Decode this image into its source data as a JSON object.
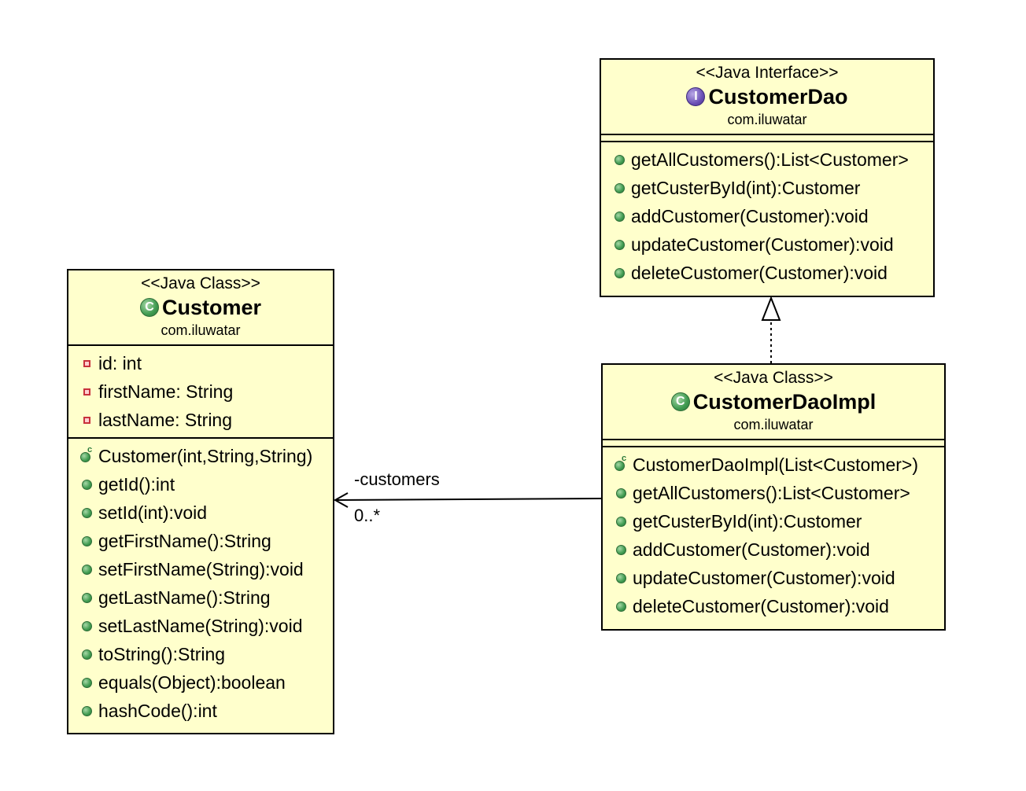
{
  "classes": {
    "customer_dao": {
      "stereotype": "<<Java Interface>>",
      "icon": "interface-icon",
      "name": "CustomerDao",
      "package": "com.iluwatar",
      "methods": [
        "getAllCustomers():List<Customer>",
        "getCusterById(int):Customer",
        "addCustomer(Customer):void",
        "updateCustomer(Customer):void",
        "deleteCustomer(Customer):void"
      ]
    },
    "customer": {
      "stereotype": "<<Java Class>>",
      "icon": "class-icon",
      "name": "Customer",
      "package": "com.iluwatar",
      "fields": [
        "id: int",
        "firstName: String",
        "lastName: String"
      ],
      "constructor": "Customer(int,String,String)",
      "methods": [
        "getId():int",
        "setId(int):void",
        "getFirstName():String",
        "setFirstName(String):void",
        "getLastName():String",
        "setLastName(String):void",
        "toString():String",
        "equals(Object):boolean",
        "hashCode():int"
      ]
    },
    "customer_dao_impl": {
      "stereotype": "<<Java Class>>",
      "icon": "class-icon",
      "name": "CustomerDaoImpl",
      "package": "com.iluwatar",
      "constructor": "CustomerDaoImpl(List<Customer>)",
      "methods": [
        "getAllCustomers():List<Customer>",
        "getCusterById(int):Customer",
        "addCustomer(Customer):void",
        "updateCustomer(Customer):void",
        "deleteCustomer(Customer):void"
      ]
    }
  },
  "association": {
    "role": "-customers",
    "multiplicity": "0..*"
  },
  "colors": {
    "box_fill": "#ffffcc",
    "public_method": "#3f9a4f",
    "private_field": "#c8323c",
    "interface_icon": "#6a4fb5"
  }
}
